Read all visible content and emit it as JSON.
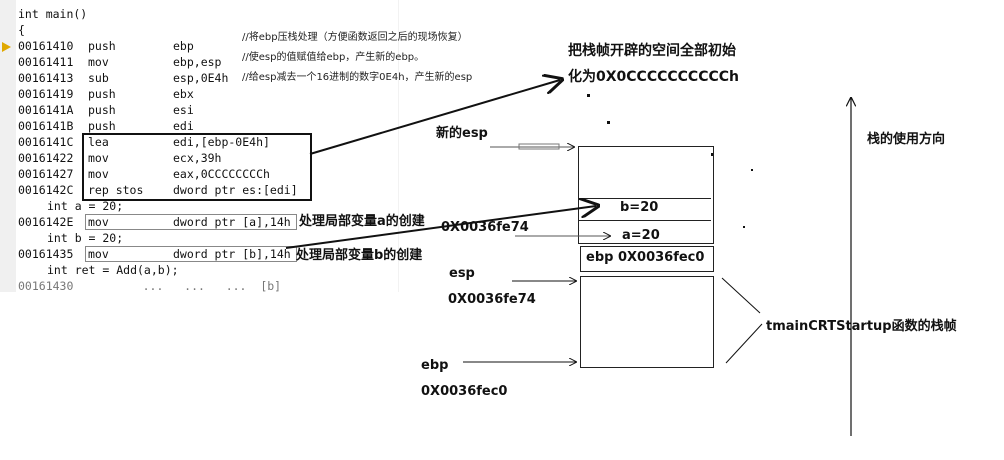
{
  "code": {
    "header": [
      "int main()",
      "{"
    ],
    "rows": [
      {
        "addr": "00161410",
        "op": "push",
        "arg": "ebp"
      },
      {
        "addr": "00161411",
        "op": "mov",
        "arg": "ebp,esp"
      },
      {
        "addr": "00161413",
        "op": "sub",
        "arg": "esp,0E4h"
      },
      {
        "addr": "00161419",
        "op": "push",
        "arg": "ebx"
      },
      {
        "addr": "0016141A",
        "op": "push",
        "arg": "esi"
      },
      {
        "addr": "0016141B",
        "op": "push",
        "arg": "edi"
      },
      {
        "addr": "0016141C",
        "op": "lea",
        "arg": "edi,[ebp-0E4h]"
      },
      {
        "addr": "00161422",
        "op": "mov",
        "arg": "ecx,39h"
      },
      {
        "addr": "00161427",
        "op": "mov",
        "arg": "eax,0CCCCCCCCh"
      },
      {
        "addr": "0016142C",
        "op": "rep stos",
        "arg": "dword ptr es:[edi]"
      }
    ],
    "src_a": "int a = 20;",
    "row_a": {
      "addr": "0016142E",
      "op": "mov",
      "arg": "dword ptr [a],14h"
    },
    "src_b": "int b = 20;",
    "row_b": {
      "addr": "00161435",
      "op": "mov",
      "arg": "dword ptr [b],14h"
    },
    "src_ret": "int ret = Add(a,b);",
    "cut_line": "00161430          ...   ...   ...  [b]"
  },
  "comments": {
    "push_ebp": "//将ebp压栈处理（方便函数返回之后的现场恢复）",
    "mov_ebp": "//使esp的值赋值给ebp，产生新的ebp。",
    "sub_esp": "//给esp减去一个16进制的数字0E4h，产生新的esp"
  },
  "labels": {
    "init_line1": "把栈帧开辟的空间全部初始",
    "init_line2": "化为0X0CCCCCCCCCCh",
    "new_esp": "新的esp",
    "local_a": "处理局部变量a的创建",
    "local_b": "处理局部变量b的创建",
    "addr_a": "0X0036fe74",
    "b_val": "b=20",
    "a_val": "a=20",
    "ebp_saved": "ebp    0X0036fec0",
    "esp_label": "esp",
    "esp_addr": "0X0036fe74",
    "ebp_label": "ebp",
    "ebp_addr": "0X0036fec0",
    "startup_frame": "tmainCRTStartup函数的栈帧",
    "stack_dir": "栈的使用方向"
  }
}
